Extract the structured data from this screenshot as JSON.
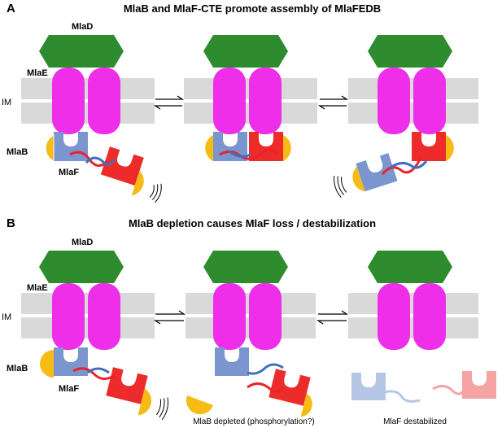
{
  "panel_a": {
    "letter": "A",
    "title": "MlaB and MlaF-CTE promote assembly of MlaFEDB"
  },
  "panel_b": {
    "letter": "B",
    "title": "MlaB depletion causes MlaF loss / destabilization",
    "caption_depleted": "MlaB depleted (phosphorylation?)",
    "caption_destabilized": "MlaF destabilized"
  },
  "labels": {
    "mlad": "MlaD",
    "mlae": "MlaE",
    "im": "IM",
    "mlab": "MlaB",
    "mlaf": "MlaF"
  },
  "colors": {
    "mlad": "#2e8b2e",
    "mlae": "#ee2ee8",
    "membrane": "#d9d9d9",
    "mlaf_blue": "#7b96cf",
    "mlaf_red": "#ee2b2b",
    "mlab": "#f6bb14",
    "cte": "#e8242b",
    "cte_blue": "#3f6fc2",
    "faded_blue": "#b6c6e6",
    "faded_red": "#f5a3a3"
  },
  "icons": {
    "equilibrium": "equilibrium-arrows-icon",
    "vibration": "vibration-lines-icon"
  }
}
